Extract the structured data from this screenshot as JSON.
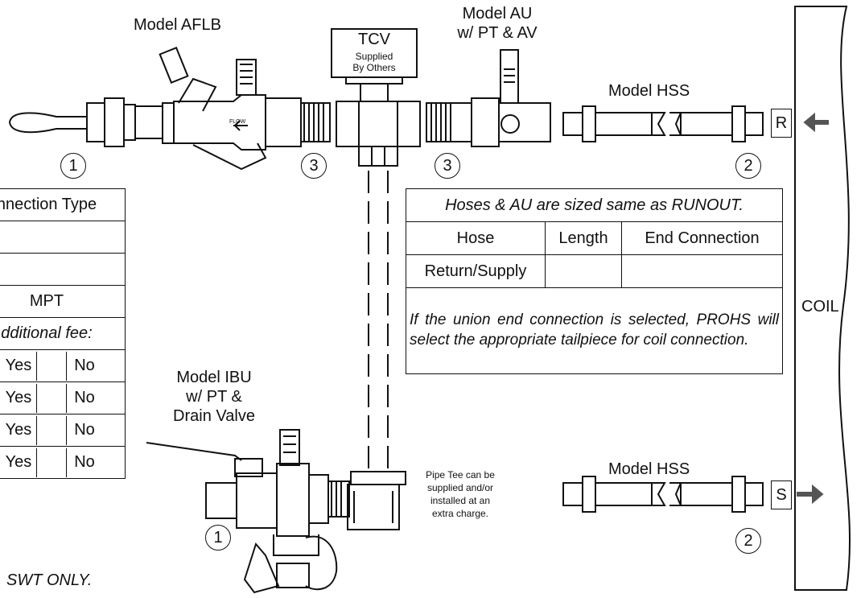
{
  "labels": {
    "afvb": "Model AFLB",
    "tcv_title": "TCV",
    "tcv_sub1": "Supplied",
    "tcv_sub2": "By Others",
    "au_line1": "Model AU",
    "au_line2": "w/ PT & AV",
    "hss_top": "Model HSS",
    "hss_bottom": "Model HSS",
    "ibu_line1": "Model IBU",
    "ibu_line2": "w/ PT &",
    "ibu_line3": "Drain Valve",
    "flow": "FLOW",
    "coil": "COIL",
    "r": "R",
    "s": "S",
    "tee_line1": "Pipe Tee can be",
    "tee_line2": "supplied and/or",
    "tee_line3": "installed at an",
    "tee_line4": "extra charge.",
    "swt_only": "SWT ONLY."
  },
  "circles": [
    "1",
    "3",
    "3",
    "2",
    "1",
    "2"
  ],
  "left_table": {
    "header": "nnection Type",
    "row3": "MPT",
    "fee": "dditional fee:",
    "yes": "Yes",
    "no": "No"
  },
  "hose_table": {
    "note": "Hoses & AU are sized same as RUNOUT.",
    "col_hose": "Hose",
    "col_length": "Length",
    "col_end": "End Connection",
    "row_label": "Return/Supply",
    "footer": "If the union end connection is selected, PROHS will select the appropriate tailpiece for coil connection."
  }
}
